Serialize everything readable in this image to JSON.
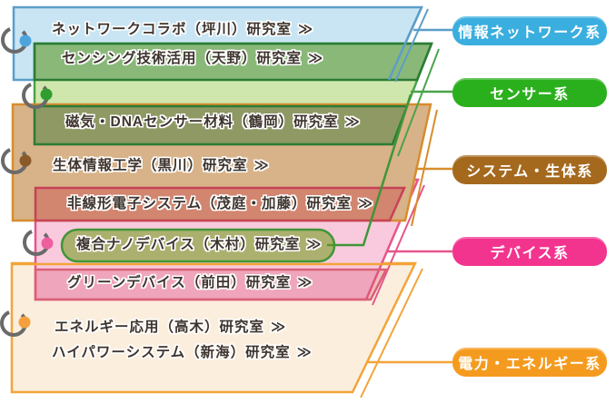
{
  "chevron": "≫",
  "text_color": "#3e342e",
  "ring": {
    "stroke": "#6a6a6a",
    "dot_colors": [
      "#4da4dd",
      "#2f9e2f",
      "#8a5a2a",
      "#ee5f9e",
      "#f5a03c"
    ]
  },
  "cross_link": {
    "from": "複合ナノデバイス（木村）研究室",
    "to": "センサー系",
    "color": "#3f9637"
  },
  "categories": [
    {
      "id": "info-network",
      "label": "情報ネットワーク系",
      "pill_color": "#3aaede",
      "tag_fill": "#c9e5f3",
      "tag_border": "#5b9ec9",
      "labs": [
        {
          "name": "ネットワークコラボ（坪川）研究室"
        }
      ]
    },
    {
      "id": "sensor",
      "label": "センサー系",
      "pill_color": "#2bb01d",
      "tag_fill": "#cfe7ad",
      "tag_border": "#4aa449",
      "band_fill": "rgba(40,120,50,0.42)",
      "band_border": "#2b7c35",
      "labs": [
        {
          "name": "センシング技術活用（天野）研究室"
        },
        {
          "name": "磁気・DNAセンサー材料（鶴岡）研究室"
        }
      ]
    },
    {
      "id": "system-bio",
      "label": "システム・生体系",
      "pill_color": "#a5691e",
      "tag_fill": "#d8b288",
      "tag_border": "#d88d2e",
      "band_fill": "rgba(200,60,70,0.38)",
      "band_border": "#c64257",
      "labs": [
        {
          "name": "生体情報工学（黒川）研究室"
        },
        {
          "name": "非線形電子システム（茂庭・加藤）研究室"
        }
      ]
    },
    {
      "id": "device",
      "label": "デバイス系",
      "pill_color": "#f2348e",
      "tag_fill": "#f9cade",
      "tag_border": "#e5558a",
      "band_fill": "rgba(214,80,105,0.30)",
      "band_border": "#d96077",
      "labs": [
        {
          "name": "複合ナノデバイス（木村）研究室",
          "shape": "capsule",
          "capsule_fill": "rgba(110,155,20,0.55)",
          "capsule_border": "#3f9637"
        },
        {
          "name": "グリーンデバイス（前田）研究室"
        }
      ]
    },
    {
      "id": "power-energy",
      "label": "電力・エネルギー系",
      "pill_color": "#f49b1f",
      "tag_fill": "#fbeedd",
      "tag_border": "#f3a439",
      "labs": [
        {
          "name": "エネルギー応用（高木）研究室"
        },
        {
          "name": "ハイパワーシステム（新海）研究室"
        }
      ]
    }
  ]
}
